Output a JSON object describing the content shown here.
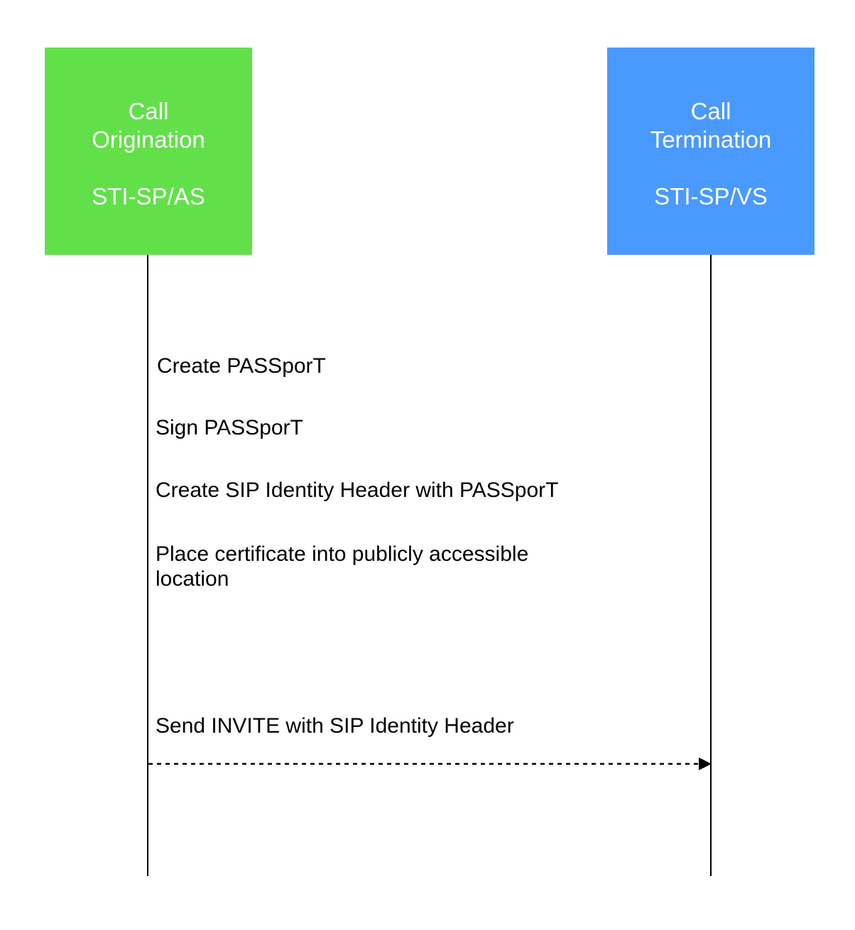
{
  "participants": {
    "origination": {
      "line1": "Call",
      "line2": "Origination",
      "line3": "STI-SP/AS",
      "color": "#62e04a"
    },
    "termination": {
      "line1": "Call",
      "line2": "Termination",
      "line3": "STI-SP/VS",
      "color": "#4a99ff"
    }
  },
  "steps": [
    "Create PASSporT",
    "Sign PASSporT",
    "Create SIP Identity Header with PASSporT",
    "Place certificate into publicly accessible location"
  ],
  "message": {
    "label": "Send INVITE with SIP Identity Header",
    "style": "dashed",
    "from": "origination",
    "to": "termination"
  }
}
